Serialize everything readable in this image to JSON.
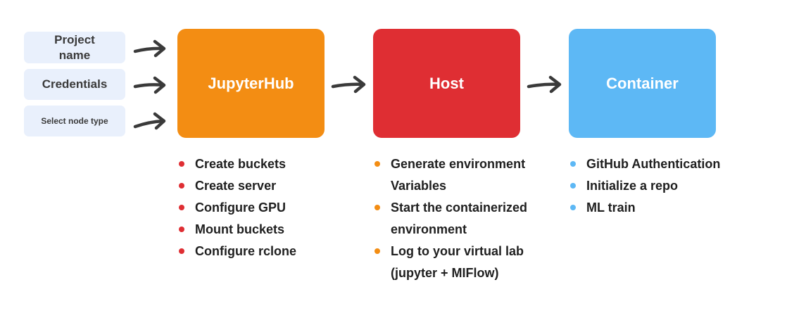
{
  "inputs": [
    "Project\nname",
    "Credentials",
    "Select node type"
  ],
  "stages": [
    {
      "title": "JupyterHub",
      "color": "#f38d13",
      "bullet_color": "#df2e33",
      "items": [
        "Create buckets",
        "Create server",
        "Configure GPU",
        "Mount buckets",
        "Configure rclone"
      ]
    },
    {
      "title": "Host",
      "color": "#df2e33",
      "bullet_color": "#f38d13",
      "items": [
        "Generate environment\nVariables",
        "Start the containerized\nenvironment",
        "Log to your virtual lab\n(jupyter + MIFlow)"
      ]
    },
    {
      "title": "Container",
      "color": "#5db8f5",
      "bullet_color": "#5db8f5",
      "items": [
        "GitHub Authentication",
        "Initialize a repo",
        "ML train"
      ]
    }
  ],
  "pill_color": "#e9f0fc",
  "arrow_color": "#3a3a3a"
}
